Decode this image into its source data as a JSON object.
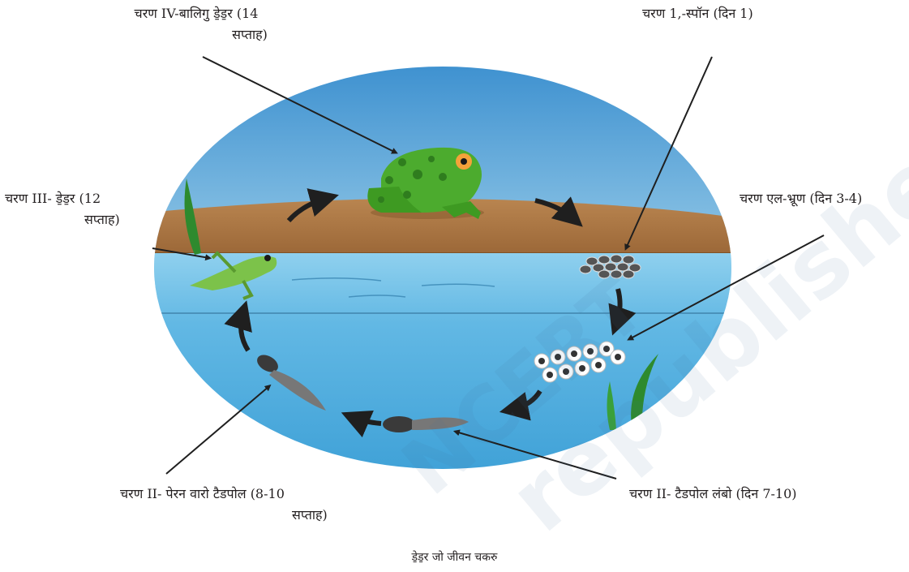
{
  "labels": {
    "stage4_line1": "चरण IV-बालिगु डे̱ड̱र (14",
    "stage4_line2": "सप्ताह)",
    "stage1": "चरण 1,-स्पॉन (दिन 1)",
    "stage3_line1": "चरण III- डे̱ड̱र (12",
    "stage3_line2": "सप्ताह)",
    "embryo": "चरण एल-भ्रूण (दिन 3-4)",
    "stage2_legs_line1": "चरण II- पेरन वारो टैडपोल (8-10",
    "stage2_legs_line2": "सप्ताह)",
    "stage2_long": "चरण II- टैडपोल लंबो (दिन 7-10)"
  },
  "caption": "डे̱ड̱र जो जीवन चकरु",
  "watermark": {
    "text1": "NCERT",
    "text2": "republished"
  },
  "colors": {
    "sky_top": "#3b8fcf",
    "sky_bottom": "#eaf6fb",
    "ground": "#b07a45",
    "water": "#5fb6e2",
    "frog_green": "#4cab2e",
    "frog_spots": "#2f7d1e",
    "arrow": "#1f1f1f"
  }
}
